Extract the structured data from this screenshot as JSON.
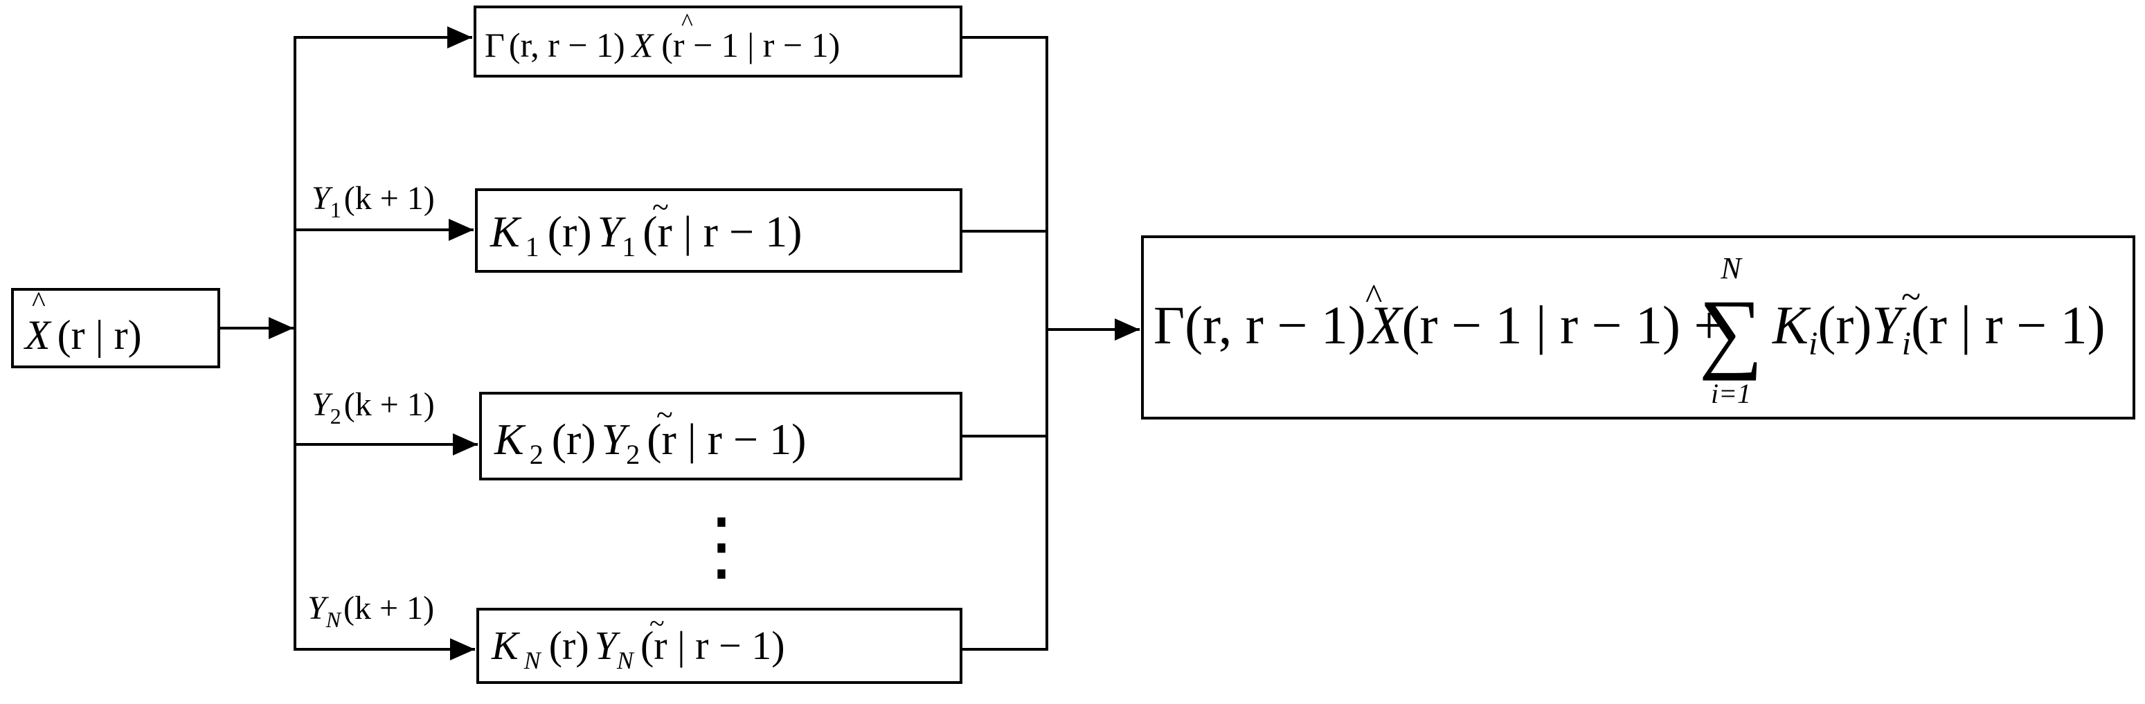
{
  "input": {
    "base": "X",
    "hat": "^",
    "args": "(r | r)"
  },
  "branches": [
    {
      "label_base": "Y",
      "label_sub": "1",
      "label_args": "(k + 1)",
      "gain": "K",
      "gain_sub": "1",
      "gain_args": "(r)",
      "innov": "Y",
      "innov_tilde": "~",
      "innov_sub": "1",
      "innov_args": "(r | r − 1)"
    },
    {
      "label_base": "Y",
      "label_sub": "2",
      "label_args": "(k + 1)",
      "gain": "K",
      "gain_sub": "2",
      "gain_args": "(r)",
      "innov": "Y",
      "innov_tilde": "~",
      "innov_sub": "2",
      "innov_args": "(r | r − 1)"
    },
    {
      "label_base": "Y",
      "label_sub": "N",
      "label_args": "(k + 1)",
      "gain": "K",
      "gain_sub": "N",
      "gain_args": "(r)",
      "innov": "Y",
      "innov_tilde": "~",
      "innov_sub": "N",
      "innov_args": "(r | r − 1)"
    }
  ],
  "prediction": {
    "gamma": "Γ",
    "gamma_args": "(r, r − 1)",
    "x": "X",
    "x_hat": "^",
    "x_args": "(r − 1 | r − 1)"
  },
  "ellipsis": "⋮",
  "output": {
    "gamma": "Γ",
    "gamma_args": "(r, r − 1)",
    "x": "X",
    "x_hat": "^",
    "x_args": "(r − 1 | r − 1) +",
    "sum": "∑",
    "sum_upper": "N",
    "sum_lower": "i=1",
    "k": "K",
    "k_sub": "i",
    "k_args": "(r)",
    "y": "Y",
    "y_tilde": "~",
    "y_sub": "i",
    "y_args": "(r | r − 1)"
  }
}
